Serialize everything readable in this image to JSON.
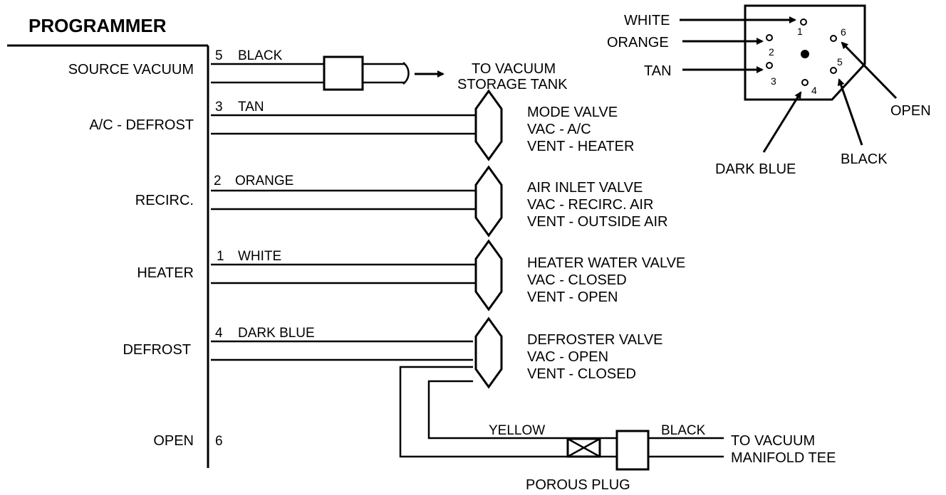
{
  "title": "PROGRAMMER",
  "programmer_ports": [
    {
      "label": "SOURCE VACUUM",
      "wire_number": "5",
      "wire_color": "BLACK"
    },
    {
      "label": "A/C - DEFROST",
      "wire_number": "3",
      "wire_color": "TAN"
    },
    {
      "label": "RECIRC.",
      "wire_number": "2",
      "wire_color": "ORANGE"
    },
    {
      "label": "HEATER",
      "wire_number": "1",
      "wire_color": "WHITE"
    },
    {
      "label": "DEFROST",
      "wire_number": "4",
      "wire_color": "DARK BLUE"
    },
    {
      "label": "OPEN",
      "wire_number": "6"
    }
  ],
  "storage_tank": {
    "line1": "TO VACUUM",
    "line2": "STORAGE TANK"
  },
  "valves": [
    {
      "name": "MODE VALVE",
      "vac": "VAC - A/C",
      "vent": "VENT - HEATER"
    },
    {
      "name": "AIR INLET VALVE",
      "vac": "VAC - RECIRC. AIR",
      "vent": "VENT - OUTSIDE AIR"
    },
    {
      "name": "HEATER WATER VALVE",
      "vac": "VAC - CLOSED",
      "vent": "VENT - OPEN"
    },
    {
      "name": "DEFROSTER VALVE",
      "vac": "VAC - OPEN",
      "vent": "VENT - CLOSED"
    }
  ],
  "manifold": {
    "yellow_label": "YELLOW",
    "black_label": "BLACK",
    "line1": "TO VACUUM",
    "line2": "MANIFOLD TEE",
    "plug_label": "POROUS PLUG"
  },
  "connector": {
    "pins": [
      "1",
      "2",
      "3",
      "4",
      "5",
      "6"
    ],
    "labels": {
      "white": "WHITE",
      "orange": "ORANGE",
      "tan": "TAN",
      "dark_blue": "DARK BLUE",
      "black": "BLACK",
      "open": "OPEN"
    }
  }
}
